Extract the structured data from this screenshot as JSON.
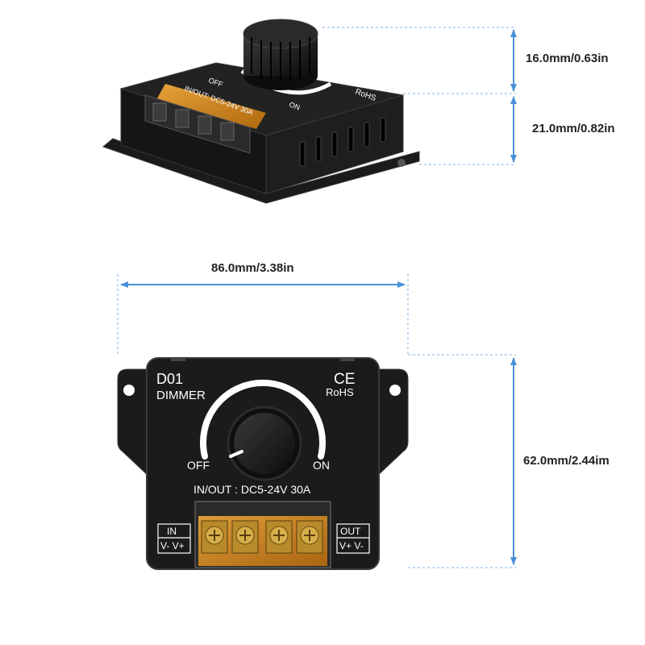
{
  "colors": {
    "body": "#1b1b1b",
    "body_edge": "#3a3a3a",
    "terminal_cover": "#d98a1c",
    "brass": "#c9a13a",
    "arrow": "#4a90d9",
    "guide": "#7fb3e6",
    "text": "#ffffff"
  },
  "dimensions": {
    "knob_height": "16.0mm/0.63in",
    "body_height": "21.0mm/0.82in",
    "width": "86.0mm/3.38in",
    "length": "62.0mm/2.44im"
  },
  "side_view": {
    "off": "OFF",
    "on": "ON",
    "rating": "IN/OUT: DC5-24V 30A",
    "rohs": "RoHS"
  },
  "front_view": {
    "model": "D01",
    "type": "DIMMER",
    "ce": "CE",
    "rohs": "RoHS",
    "off": "OFF",
    "on": "ON",
    "rating": "IN/OUT : DC5-24V 30A",
    "input_title": "IN",
    "input_pins": "V- V+",
    "output_title": "OUT",
    "output_pins": "V+ V-"
  }
}
